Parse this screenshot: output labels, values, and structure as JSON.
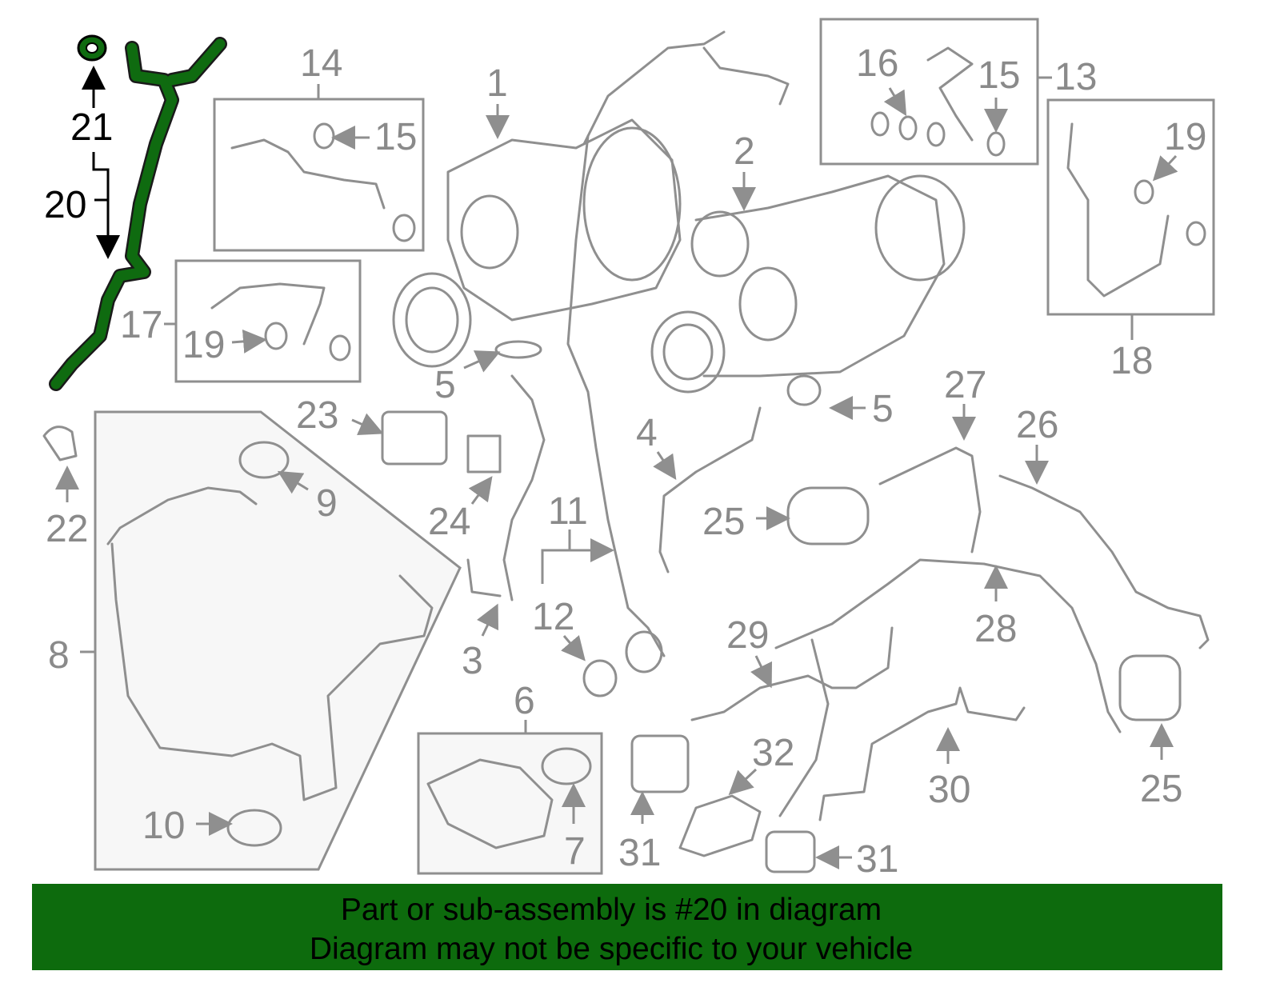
{
  "labels": {
    "l21": "21",
    "l20": "20",
    "l14": "14",
    "l15a": "15",
    "l1": "1",
    "l16": "16",
    "l15b": "15",
    "l13": "13",
    "l2": "2",
    "l19a": "19",
    "l17": "17",
    "l19b": "19",
    "l18": "18",
    "l5a": "5",
    "l5b": "5",
    "l23": "23",
    "l27": "27",
    "l26": "26",
    "l4": "4",
    "l9": "9",
    "l22": "22",
    "l24": "24",
    "l11": "11",
    "l25a": "25",
    "l12": "12",
    "l28": "28",
    "l29": "29",
    "l8": "8",
    "l3": "3",
    "l6": "6",
    "l32": "32",
    "l30": "30",
    "l25b": "25",
    "l10": "10",
    "l7": "7",
    "l31a": "31",
    "l31b": "31"
  },
  "highlight_color": "#0f6b10",
  "banner": {
    "line1": "Part or sub-assembly is #20 in diagram",
    "line2": "Diagram may not be specific to your vehicle",
    "color": "#0d6b0d"
  }
}
